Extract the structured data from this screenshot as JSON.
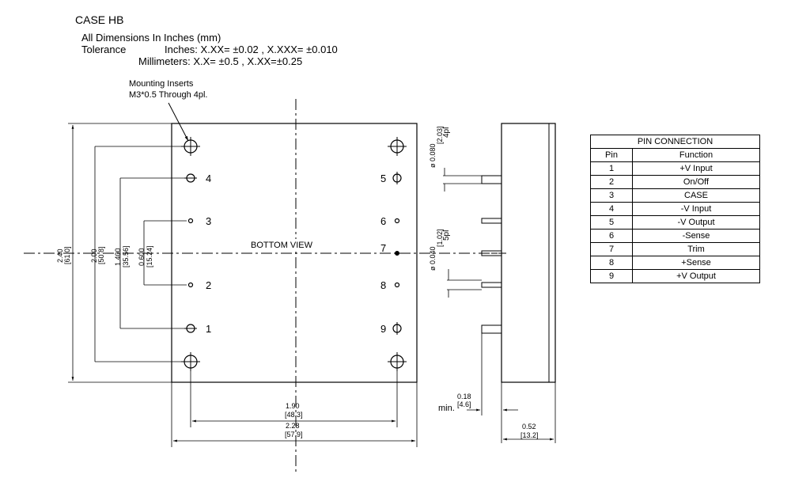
{
  "header": {
    "case_title": "CASE HB",
    "dimensions_note": "All Dimensions In Inches (mm)",
    "tolerance_label": "Tolerance",
    "inches_tolerance": "Inches: X.XX= ±0.02 , X.XXX= ±0.010",
    "mm_tolerance": "Millimeters: X.X= ±0.5 , X.XX=±0.25"
  },
  "drawing": {
    "mounting_note_line1": "Mounting Inserts",
    "mounting_note_line2": "M3*0.5 Through 4pl.",
    "view_label": "BOTTOM VIEW",
    "pin_numbers": [
      "1",
      "2",
      "3",
      "4",
      "5",
      "6",
      "7",
      "8",
      "9"
    ],
    "vertical_dims": [
      {
        "in": "2.40",
        "mm": "[61.0]"
      },
      {
        "in": "2.00",
        "mm": "[50.8]"
      },
      {
        "in": "1.400",
        "mm": "[35.56]"
      },
      {
        "in": "0.600",
        "mm": "[15.24]"
      }
    ],
    "horizontal_dims": [
      {
        "in": "1.90",
        "mm": "[48.3]"
      },
      {
        "in": "2.28",
        "mm": "[57.9]"
      }
    ],
    "side_dims": {
      "pin_large_dia": "ø 0.080",
      "pin_large_dia_mm": "[2.03]",
      "pin_large_count": "4pl",
      "pin_small_dia": "ø 0.040",
      "pin_small_dia_mm": "[1.02]",
      "pin_small_count": "5pl",
      "pin_length_in": "0.18",
      "pin_length_mm": "[4.6]",
      "pin_length_prefix": "min.",
      "height_in": "0.52",
      "height_mm": "[13.2]"
    }
  },
  "pin_table": {
    "title": "PIN CONNECTION",
    "col_pin": "Pin",
    "col_function": "Function",
    "rows": [
      {
        "pin": "1",
        "function": "+V Input"
      },
      {
        "pin": "2",
        "function": "On/Off"
      },
      {
        "pin": "3",
        "function": "CASE"
      },
      {
        "pin": "4",
        "function": "-V Input"
      },
      {
        "pin": "5",
        "function": "-V Output"
      },
      {
        "pin": "6",
        "function": "-Sense"
      },
      {
        "pin": "7",
        "function": "Trim"
      },
      {
        "pin": "8",
        "function": "+Sense"
      },
      {
        "pin": "9",
        "function": "+V Output"
      }
    ]
  }
}
